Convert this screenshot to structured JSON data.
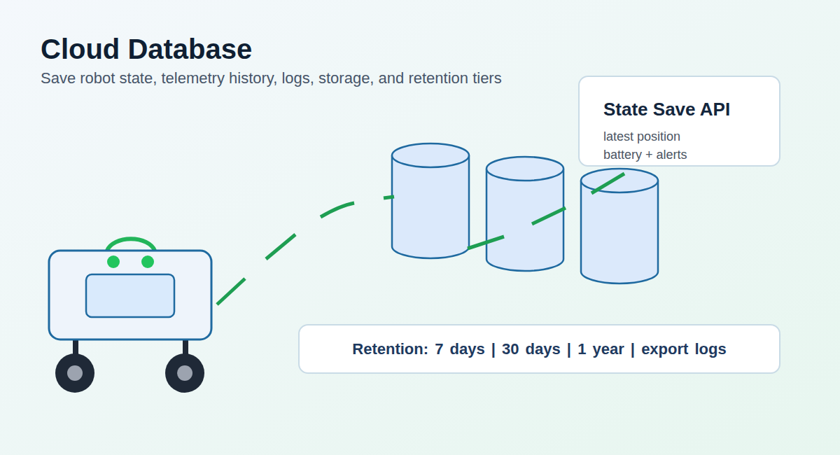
{
  "diagram": {
    "title": "Cloud Database",
    "caption": "Save robot state, telemetry history, logs, storage, and retention tiers",
    "nodes": [
      {
        "text": [
          "State Save API",
          "latest position",
          "battery + alerts"
        ]
      },
      {
        "text": [
          "Retention: 7 days | 30 days | 1 year | export logs"
        ]
      }
    ]
  }
}
